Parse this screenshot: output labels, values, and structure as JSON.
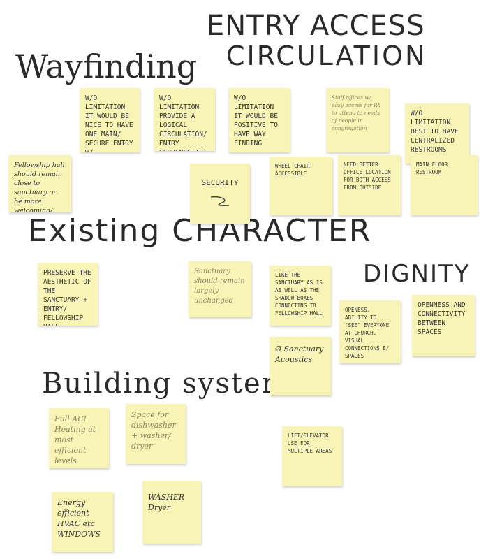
{
  "headings": {
    "wayfinding": "Wayfinding",
    "entry_access": "ENTRY ACCESS",
    "circulation": "CIRCULATION",
    "existing_character": "Existing CHARACTER",
    "dignity": "DIGNITY",
    "building_systems": "Building systems"
  },
  "notes": [
    {
      "text": "W/O LIMITATION IT WOULD BE NICE TO HAVE ONE MAIN/ SECURE ENTRY W/ SUPERVISION"
    },
    {
      "text": "W/O LIMITATION PROVIDE A LOGICAL CIRCULATION/ ENTRY SEQUENCE TO THE BUILDING"
    },
    {
      "text": "W/O LIMITATION IT WOULD BE POSITIVE TO HAVE WAY FINDING"
    },
    {
      "text": "Staff offices w/ easy access for PA to attend to needs of people in congregation"
    },
    {
      "text": "W/O LIMITATION BEST TO HAVE CENTRALIZED RESTROOMS"
    },
    {
      "text": "Fellowship hall should remain close to sanctuary or be more welcoming/ easily seen"
    },
    {
      "text": "SECURITY"
    },
    {
      "text": "WHEEL CHAIR ACCESSIBLE"
    },
    {
      "text": "NEED BETTER OFFICE LOCATION FOR BOTH ACCESS FROM OUTSIDE"
    },
    {
      "text": "MAIN FLOOR RESTROOM"
    },
    {
      "text": "PRESERVE THE AESTHETIC OF THE SANCTUARY + ENTRY/ FELLOWSHIP HALL"
    },
    {
      "text": "Sanctuary should remain largely unchanged"
    },
    {
      "text": "LIKE THE SANCTUARY AS IS AS WELL AS THE SHADOW BOXES CONNECTING TO FELLOWSHIP HALL"
    },
    {
      "text": "OPENESS. ABILITY TO \"SEE\" EVERYONE AT CHURCH. VISUAL CONNECTIONS B/ SPACES"
    },
    {
      "text": "OPENNESS AND CONNECTIVITY BETWEEN SPACES"
    },
    {
      "text": "Ø Sanctuary Acoustics"
    },
    {
      "text": "Full AC! Heating at most efficient levels"
    },
    {
      "text": "Space for dishwasher + washer/ dryer"
    },
    {
      "text": "LIFT/ELEVATOR USE FOR MULTIPLE AREAS"
    },
    {
      "text": "Energy efficient HVAC etc WINDOWS"
    },
    {
      "text": "WASHER Dryer"
    }
  ],
  "colors": {
    "note_fill": "#f8f4b6",
    "ink": "#2b2b2b"
  }
}
